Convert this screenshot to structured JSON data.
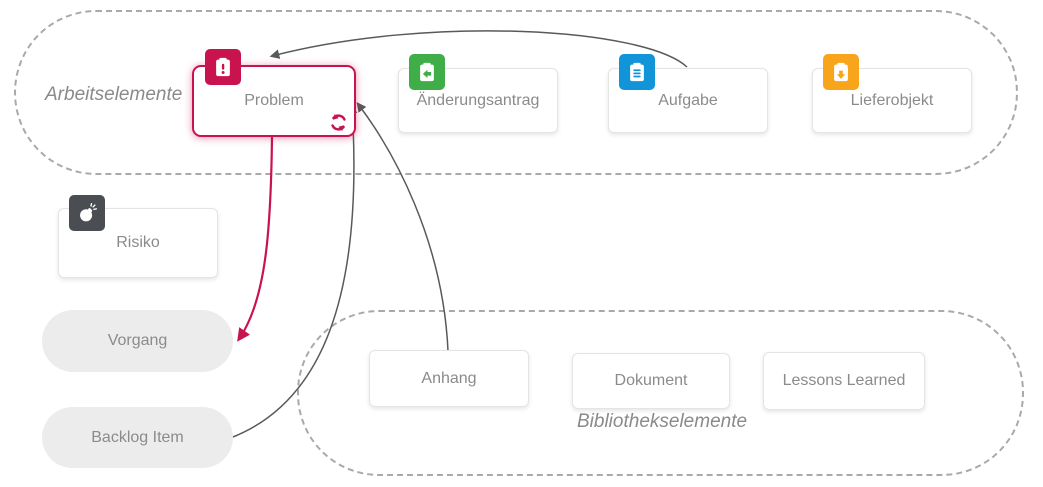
{
  "diagram": {
    "zones": {
      "work_items": {
        "label": "Arbeitselemente"
      },
      "library_items": {
        "label": "Bibliothekselemente"
      }
    },
    "cards": {
      "problem": {
        "label": "Problem",
        "icon": "clipboard-exclamation-icon",
        "color": "#c8134e",
        "highlighted": true,
        "overlay_icon": "sync-icon"
      },
      "aenderungsantrag": {
        "label": "Änderungsantrag",
        "icon": "clipboard-arrow-left-icon",
        "color": "#3fae49"
      },
      "aufgabe": {
        "label": "Aufgabe",
        "icon": "clipboard-list-icon",
        "color": "#1295d8"
      },
      "lieferobjekt": {
        "label": "Lieferobjekt",
        "icon": "clipboard-arrow-down-icon",
        "color": "#f8a51b"
      },
      "risiko": {
        "label": "Risiko",
        "icon": "bomb-icon",
        "color": "#4a4d52"
      },
      "anhang": {
        "label": "Anhang"
      },
      "dokument": {
        "label": "Dokument"
      },
      "lessons_learned": {
        "label": "Lessons Learned"
      }
    },
    "pills": {
      "vorgang": {
        "label": "Vorgang"
      },
      "backlog_item": {
        "label": "Backlog Item"
      }
    },
    "edges": [
      {
        "from": "aufgabe",
        "to": "problem",
        "color": "#58595b",
        "style": "curved-arrow"
      },
      {
        "from": "problem",
        "to": "vorgang",
        "color": "#c8134e",
        "style": "curved-arrow"
      },
      {
        "from": "anhang",
        "to": "problem",
        "color": "#58595b",
        "style": "curved-arrow"
      },
      {
        "from": "backlog_item",
        "to": "problem",
        "color": "#58595b",
        "style": "curved-arrow"
      }
    ],
    "colors": {
      "highlight": "#c8134e",
      "green": "#3fae49",
      "blue": "#1295d8",
      "amber": "#f8a51b",
      "dark": "#4a4d52",
      "zone_border": "#a9a9a9",
      "card_text": "#8b8b8b",
      "edge_gray": "#58595b"
    }
  }
}
